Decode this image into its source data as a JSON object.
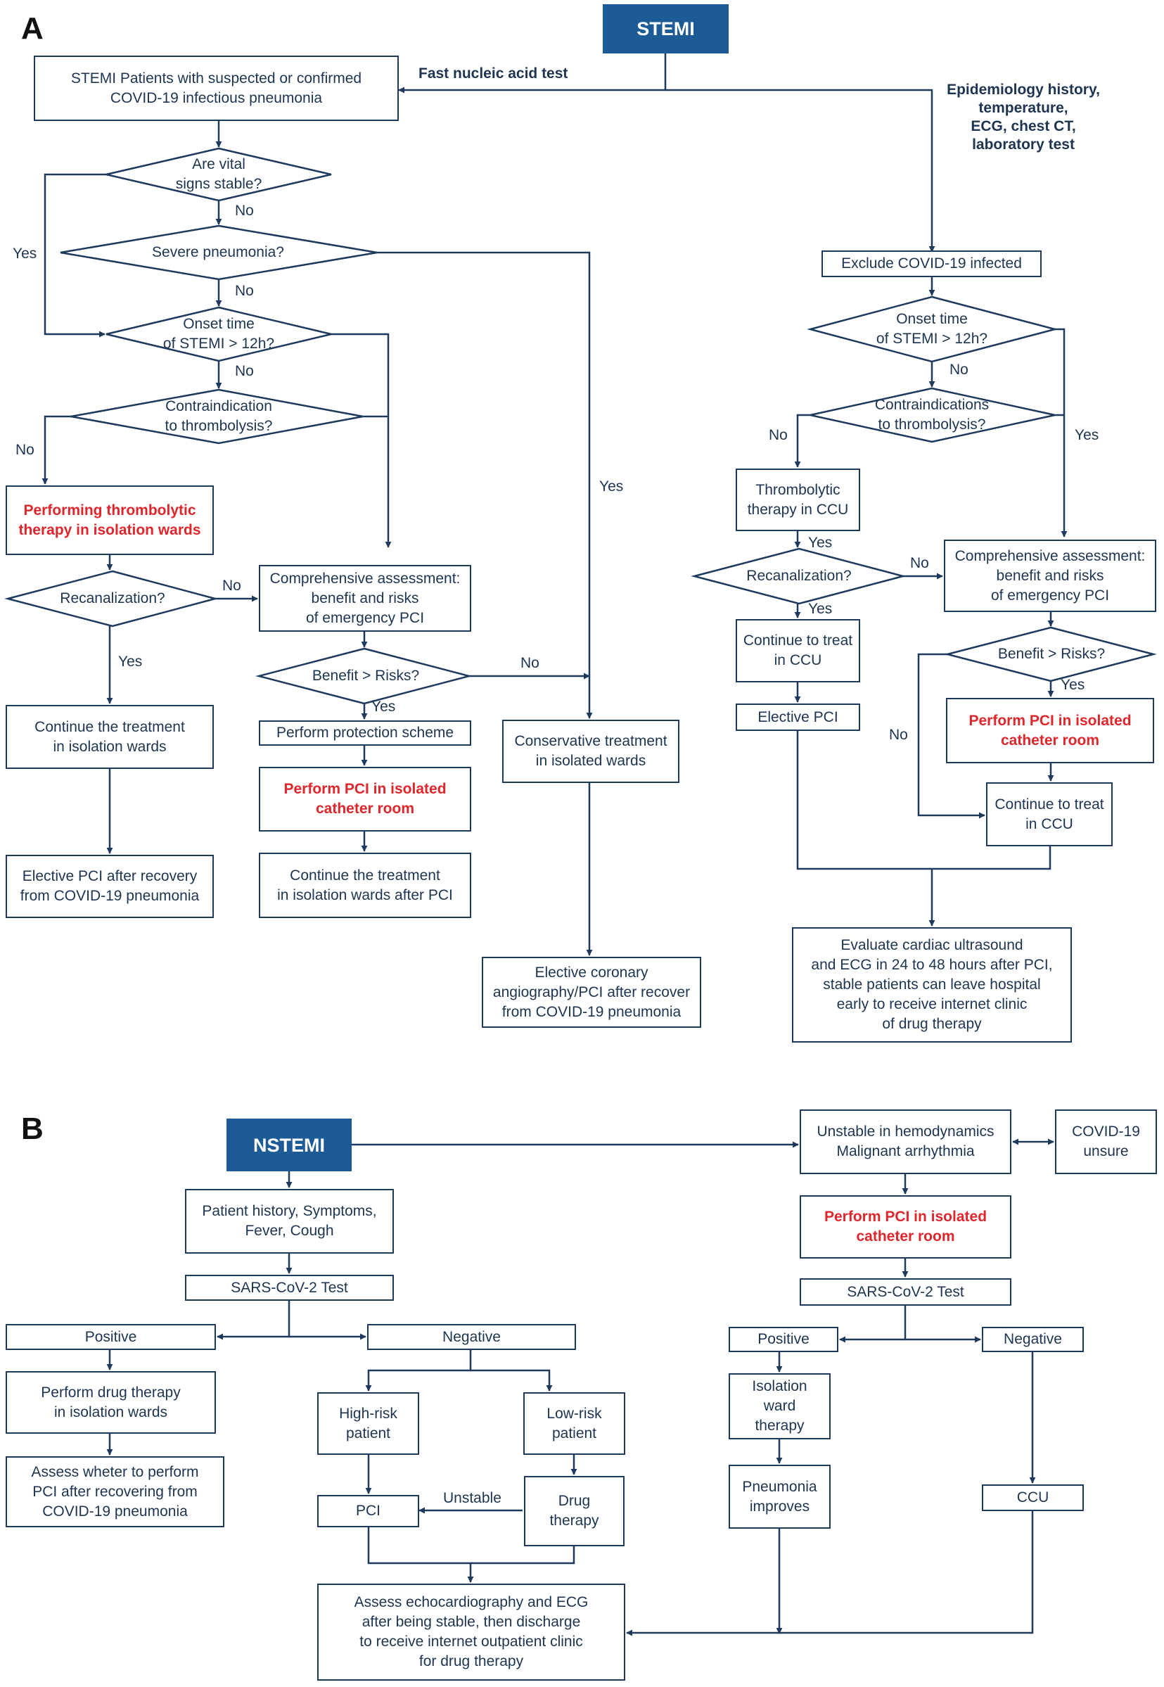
{
  "panels": {
    "a": "A",
    "b": "B"
  },
  "colors": {
    "line": "#1d3a5c",
    "emphasis": "#e0262b",
    "header_fill": "#1c5b96"
  },
  "stemi": {
    "title": "STEMI",
    "patients": "STEMI Patients with suspected or confirmed\nCOVID-19 infectious pneumonia",
    "fast_test": "Fast nucleic acid test",
    "epi": "Epidemiology history,\ntemperature,\nECG, chest CT,\nlaboratory test",
    "vital": "Are vital\nsigns stable?",
    "severe": "Severe pneumonia?",
    "onset_l": "Onset time\nof STEMI > 12h?",
    "contra_l": "Contraindication\nto thrombolysis?",
    "thrombo_iso": "Performing thrombolytic\ntherapy in isolation wards",
    "recan_l": "Recanalization?",
    "comp_l": "Comprehensive assessment:\nbenefit and risks\nof emergency PCI",
    "benefit_l": "Benefit > Risks?",
    "protect": "Perform protection scheme",
    "pci_iso_l": "Perform PCI in isolated\ncatheter room",
    "cont_after_pci": "Continue the treatment\nin isolation wards after PCI",
    "cont_iso": "Continue the treatment\nin isolation wards",
    "elective_recovery": "Elective PCI after recovery\nfrom COVID-19 pneumonia",
    "conservative": "Conservative treatment\nin isolated wards",
    "elective_cag": "Elective coronary\nangiography/PCI after recover\nfrom COVID-19 pneumonia",
    "exclude": "Exclude COVID-19 infected",
    "onset_r": "Onset time\nof STEMI > 12h?",
    "contra_r": "Contraindications\nto thrombolysis?",
    "thrombo_ccu": "Thrombolytic\ntherapy in CCU",
    "recan_r": "Recanalization?",
    "comp_r": "Comprehensive assessment:\nbenefit and risks\nof emergency PCI",
    "benefit_r": "Benefit > Risks?",
    "pci_iso_r": "Perform PCI in isolated\ncatheter room",
    "cont_ccu_a": "Continue to treat\nin CCU",
    "elective_pci": "Elective PCI",
    "cont_ccu_b": "Continue to treat\nin CCU",
    "evaluate": "Evaluate cardiac ultrasound\nand ECG in 24 to 48 hours after PCI,\nstable patients can leave hospital\nearly to receive internet clinic\nof drug therapy",
    "labels": {
      "yes": "Yes",
      "no": "No"
    }
  },
  "nstemi": {
    "title": "NSTEMI",
    "history": "Patient history, Symptoms,\nFever, Cough",
    "sars_l": "SARS-CoV-2 Test",
    "positive_l": "Positive",
    "negative_l": "Negative",
    "drug_iso": "Perform drug therapy\nin isolation wards",
    "assess_pci": "Assess wheter to perform\nPCI after recovering from\nCOVID-19 pneumonia",
    "high_risk": "High-risk\npatient",
    "low_risk": "Low-risk\npatient",
    "pci": "PCI",
    "drug": "Drug\ntherapy",
    "unstable": "Unstable",
    "assess_echo": "Assess echocardiography and ECG\nafter being stable, then discharge\nto receive internet outpatient clinic\nfor drug therapy",
    "unstable_hemo": "Unstable in hemodynamics\nMalignant arrhythmia",
    "covid_unsure": "COVID-19\nunsure",
    "pci_iso": "Perform PCI in isolated\ncatheter room",
    "sars_r": "SARS-CoV-2 Test",
    "positive_r": "Positive",
    "negative_r": "Negative",
    "isolation_ward": "Isolation\nward\ntherapy",
    "pneumonia_improves": "Pneumonia\nimproves",
    "ccu": "CCU"
  }
}
